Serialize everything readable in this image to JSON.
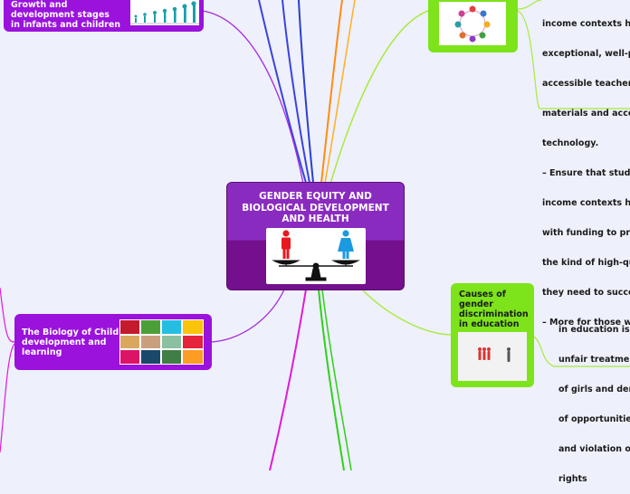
{
  "central": {
    "title": "GENDER EQUITY AND BIOLOGICAL DEVELOPMENT AND HEALTH",
    "image_icon": "gender-scale-icon"
  },
  "nodes": {
    "growth_stages": {
      "label": "Growth and development stages in infants and children",
      "image_icon": "growth-stages-icon"
    },
    "biology": {
      "label": "The Biology of Child development and learning",
      "image_icon": "sdg-goals-grid-icon"
    },
    "causes": {
      "label": "Causes of gender discrimination in education",
      "image_icon": "figures-icon"
    },
    "top_right_image_icon": "children-circle-icon"
  },
  "notes": {
    "top_right": [
      "income contexts ha",
      "exceptional, well-p",
      "accessible teachers",
      "materials and acces",
      "technology.",
      "– Ensure that stude",
      "income contexts ha",
      "with funding to pro",
      "the kind of high-qu",
      "they need to succe",
      "– More for those wh"
    ],
    "mid_right": [
      "in education is t",
      "unfair treatmen",
      "of girls and den",
      "of opportunities",
      "and violation of",
      "rights"
    ]
  },
  "colors": {
    "background": "#eef0fb",
    "central_top": "#8a2bc0",
    "central_bottom": "#74108e",
    "purple_node": "#9a12dc",
    "green_node": "#7de31b",
    "line_magenta": "#e01bd6",
    "line_blue": "#3a43e0",
    "line_orange": "#ff8c14",
    "line_green": "#2fd11a",
    "line_light_green": "#a8ea3c",
    "line_purple": "#a42be0"
  }
}
